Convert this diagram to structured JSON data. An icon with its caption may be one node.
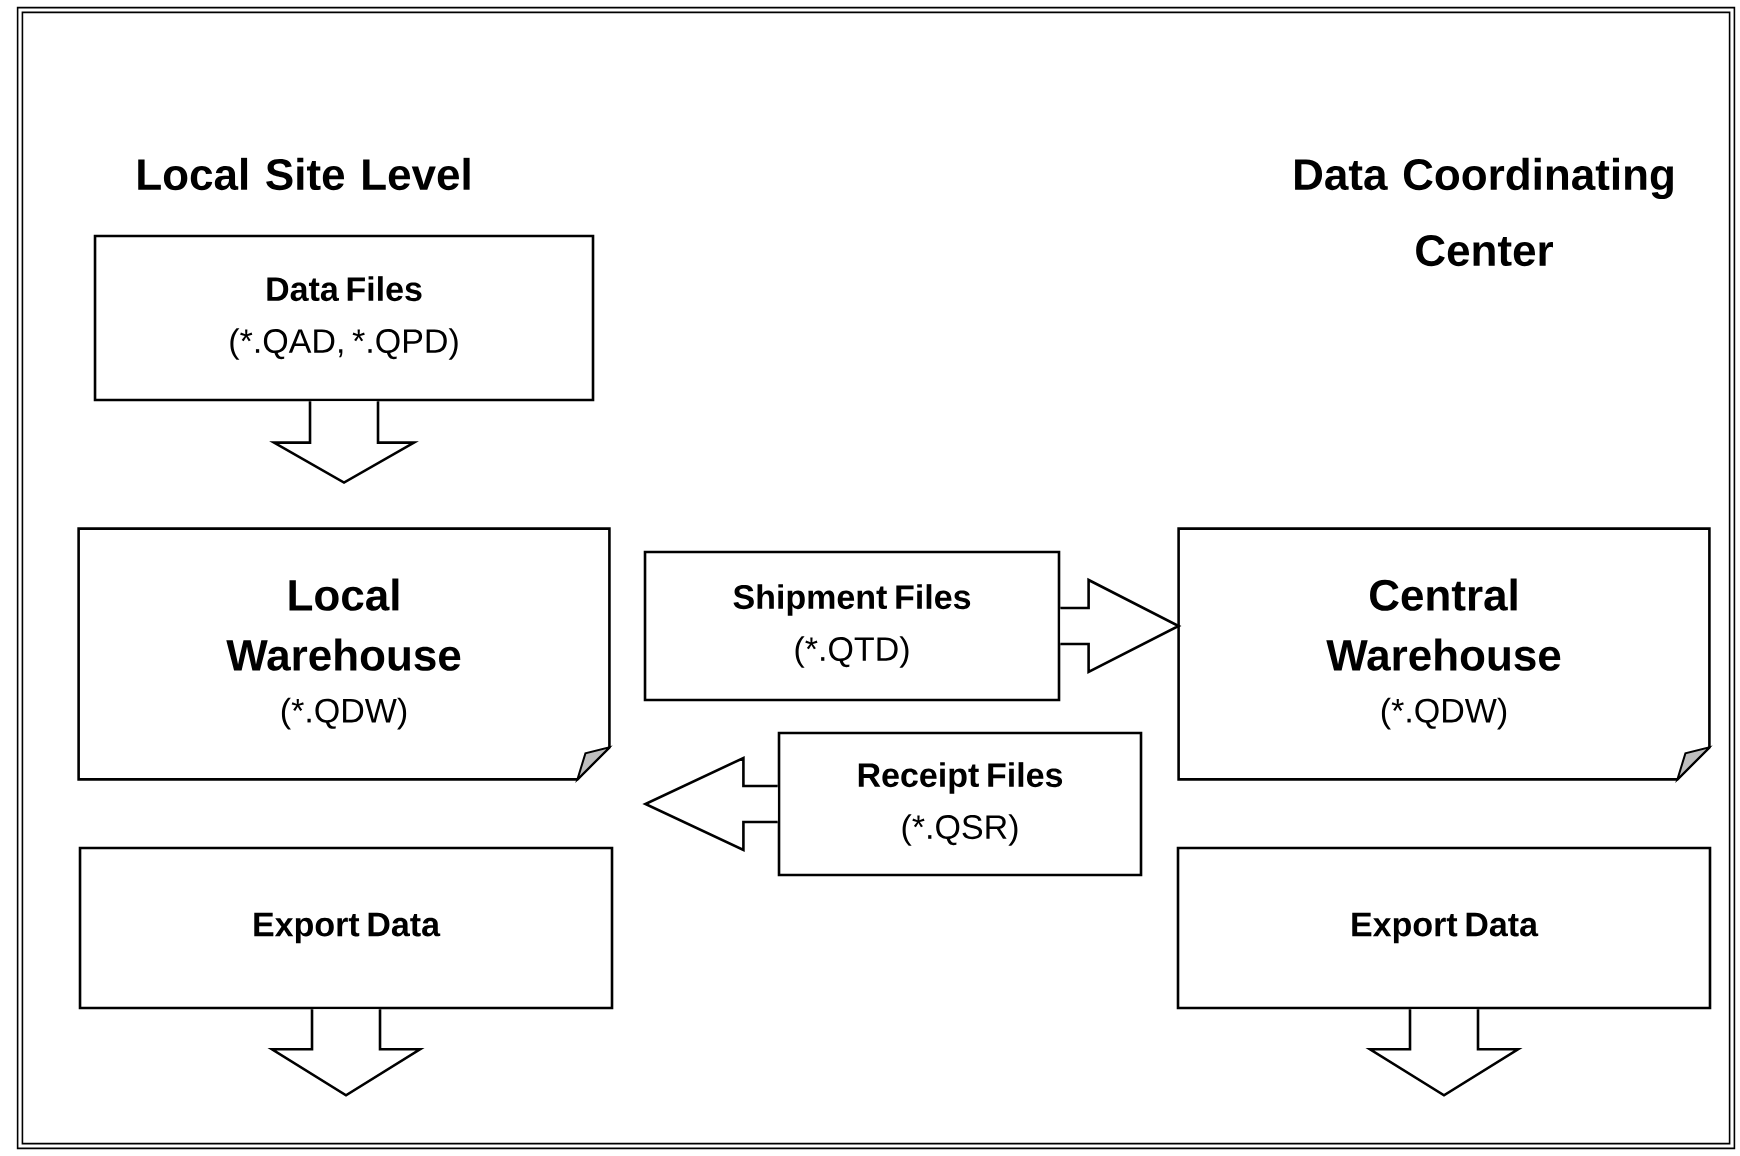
{
  "diagram": {
    "nodes": [
      {
        "text": [
          "Data Files",
          "(*.QAD, *.QPD)"
        ]
      },
      {
        "text": [
          "Local Warehouse",
          "(*.QDW)"
        ]
      },
      {
        "text": [
          "Shipment Files",
          "(*.QTD)"
        ]
      },
      {
        "text": [
          "Central Warehouse",
          "(*.QDW)"
        ]
      },
      {
        "text": [
          "Receipt Files",
          "(*.QSR)"
        ]
      },
      {
        "text": [
          "Export Data"
        ]
      },
      {
        "text": [
          "Export Data"
        ]
      }
    ],
    "edges": [
      {
        "from": 0,
        "to": 1,
        "arrow": "to"
      },
      {
        "from": 2,
        "to": 3,
        "arrow": "to"
      },
      {
        "from": 4,
        "to": 1,
        "arrow": "to"
      },
      {
        "from": 5,
        "to": null,
        "arrow": "to"
      },
      {
        "from": 6,
        "to": null,
        "arrow": "to"
      }
    ],
    "labels": [
      "Local Site Level",
      "Data Coordinating Center"
    ]
  }
}
